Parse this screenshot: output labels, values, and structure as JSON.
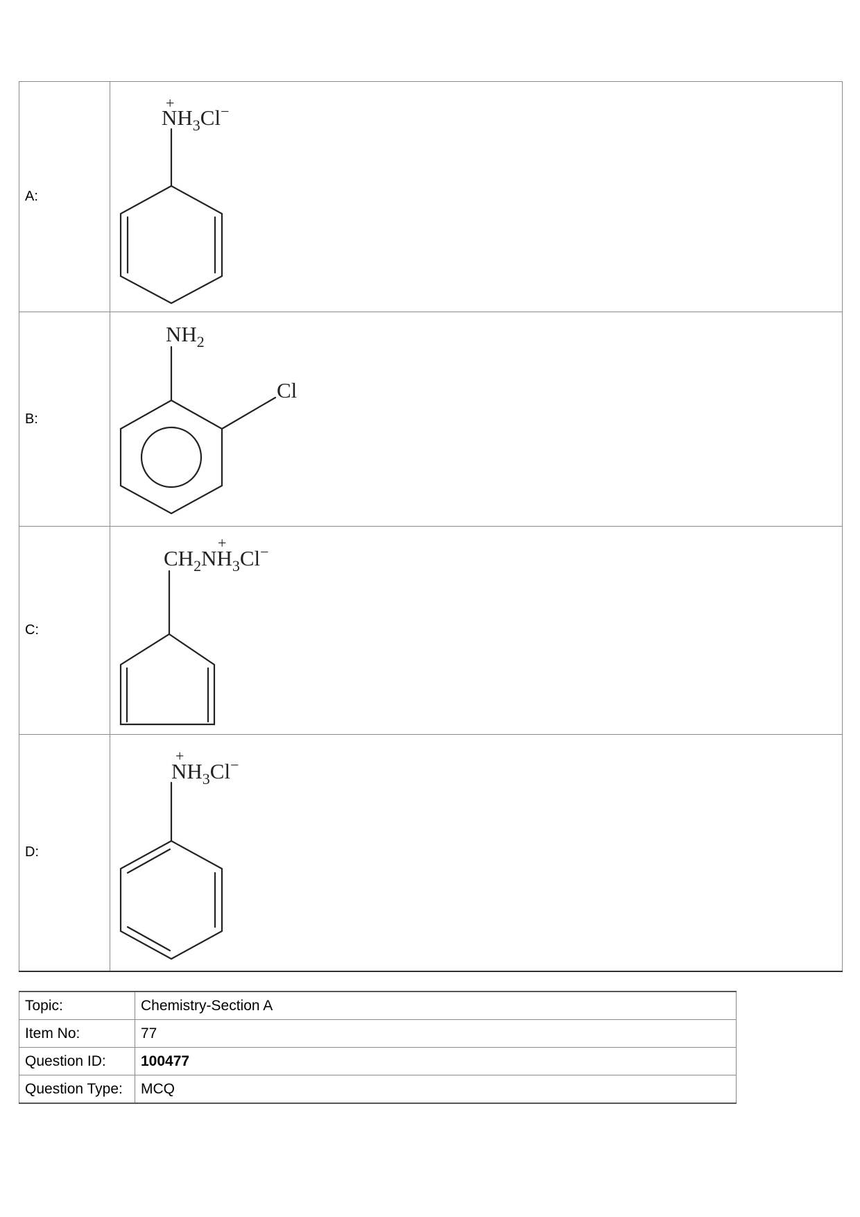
{
  "options": [
    {
      "label": "A:",
      "formula": {
        "charge": "+",
        "main": "NH",
        "sub": "3",
        "tail": "Cl",
        "sup": "−"
      }
    },
    {
      "label": "B:",
      "formula": {
        "main": "NH",
        "sub": "2",
        "substituent": "Cl"
      }
    },
    {
      "label": "C:",
      "formula": {
        "pre": "CH",
        "pre_sub": "2",
        "charge": "+",
        "main": "NH",
        "sub": "3",
        "tail": "Cl",
        "sup": "−"
      }
    },
    {
      "label": "D:",
      "formula": {
        "charge": "+",
        "main": "NH",
        "sub": "3",
        "tail": "Cl",
        "sup": "−"
      }
    }
  ],
  "meta": {
    "topic_label": "Topic:",
    "topic_value": "Chemistry-Section A",
    "item_label": "Item No:",
    "item_value": "77",
    "qid_label": "Question ID:",
    "qid_value": "100477",
    "qtype_label": "Question Type:",
    "qtype_value": "MCQ"
  }
}
